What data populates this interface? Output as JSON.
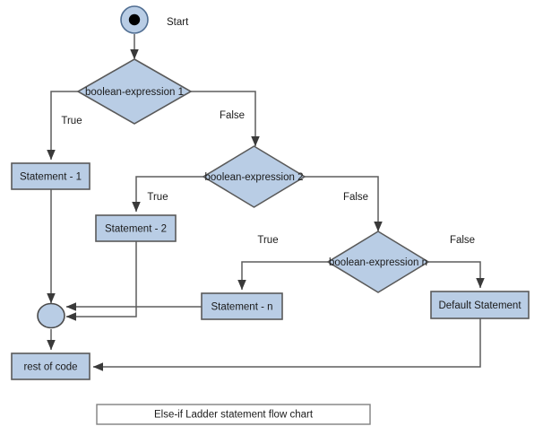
{
  "diagram": {
    "title": "Else-if Ladder statement flow chart",
    "colors": {
      "node_fill": "#b9cde5",
      "node_stroke": "#5a5a5a",
      "edge_stroke": "#5d5d5d",
      "caption_fill": "#ffffff",
      "caption_stroke": "#808080",
      "text": "#1a1a1a",
      "background": "#ffffff"
    },
    "nodes": {
      "start": {
        "label": "Start",
        "type": "start-node"
      },
      "decision1": {
        "label": "boolean-expression 1",
        "type": "decision"
      },
      "decision2": {
        "label": "boolean-expression 2",
        "type": "decision"
      },
      "decision_n": {
        "label": "boolean-expression n",
        "type": "decision"
      },
      "statement1": {
        "label": "Statement - 1",
        "type": "process"
      },
      "statement2": {
        "label": "Statement - 2",
        "type": "process"
      },
      "statement_n": {
        "label": "Statement - n",
        "type": "process"
      },
      "default_statement": {
        "label": "Default Statement",
        "type": "process"
      },
      "merge": {
        "label": "",
        "type": "merge-connector"
      },
      "rest_of_code": {
        "label": "rest of code",
        "type": "process"
      }
    },
    "edge_labels": {
      "d1_true": "True",
      "d1_false": "False",
      "d2_true": "True",
      "d2_false": "False",
      "dn_true": "True",
      "dn_false": "False"
    },
    "caption": "Else-if Ladder statement flow chart"
  }
}
